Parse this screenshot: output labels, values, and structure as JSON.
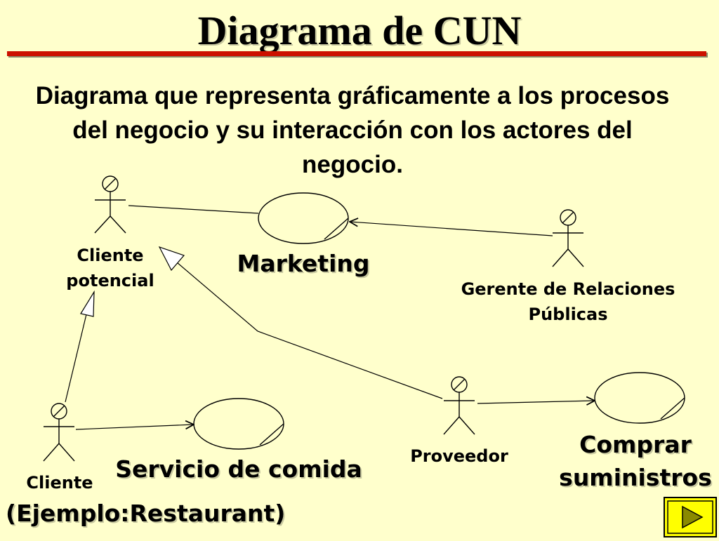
{
  "title": "Diagrama de CUN",
  "subtitle": "Diagrama que representa gráficamente a los procesos del negocio y su interacción con los actores del negocio.",
  "actors": {
    "cliente_potencial": "Cliente\npotencial",
    "gerente": "Gerente de Relaciones\nPúblicas",
    "cliente": "Cliente",
    "proveedor": "Proveedor"
  },
  "use_cases": {
    "marketing": "Marketing",
    "servicio_comida": "Servicio de comida",
    "comprar_suministros": "Comprar\nsuministros"
  },
  "example": "(Ejemplo:Restaurant)",
  "colors": {
    "background": "#ffffcc",
    "title_rule": "#cc1100",
    "nav_button": "#ffff00"
  },
  "navigation": {
    "next_icon": "play-triangle-icon"
  }
}
